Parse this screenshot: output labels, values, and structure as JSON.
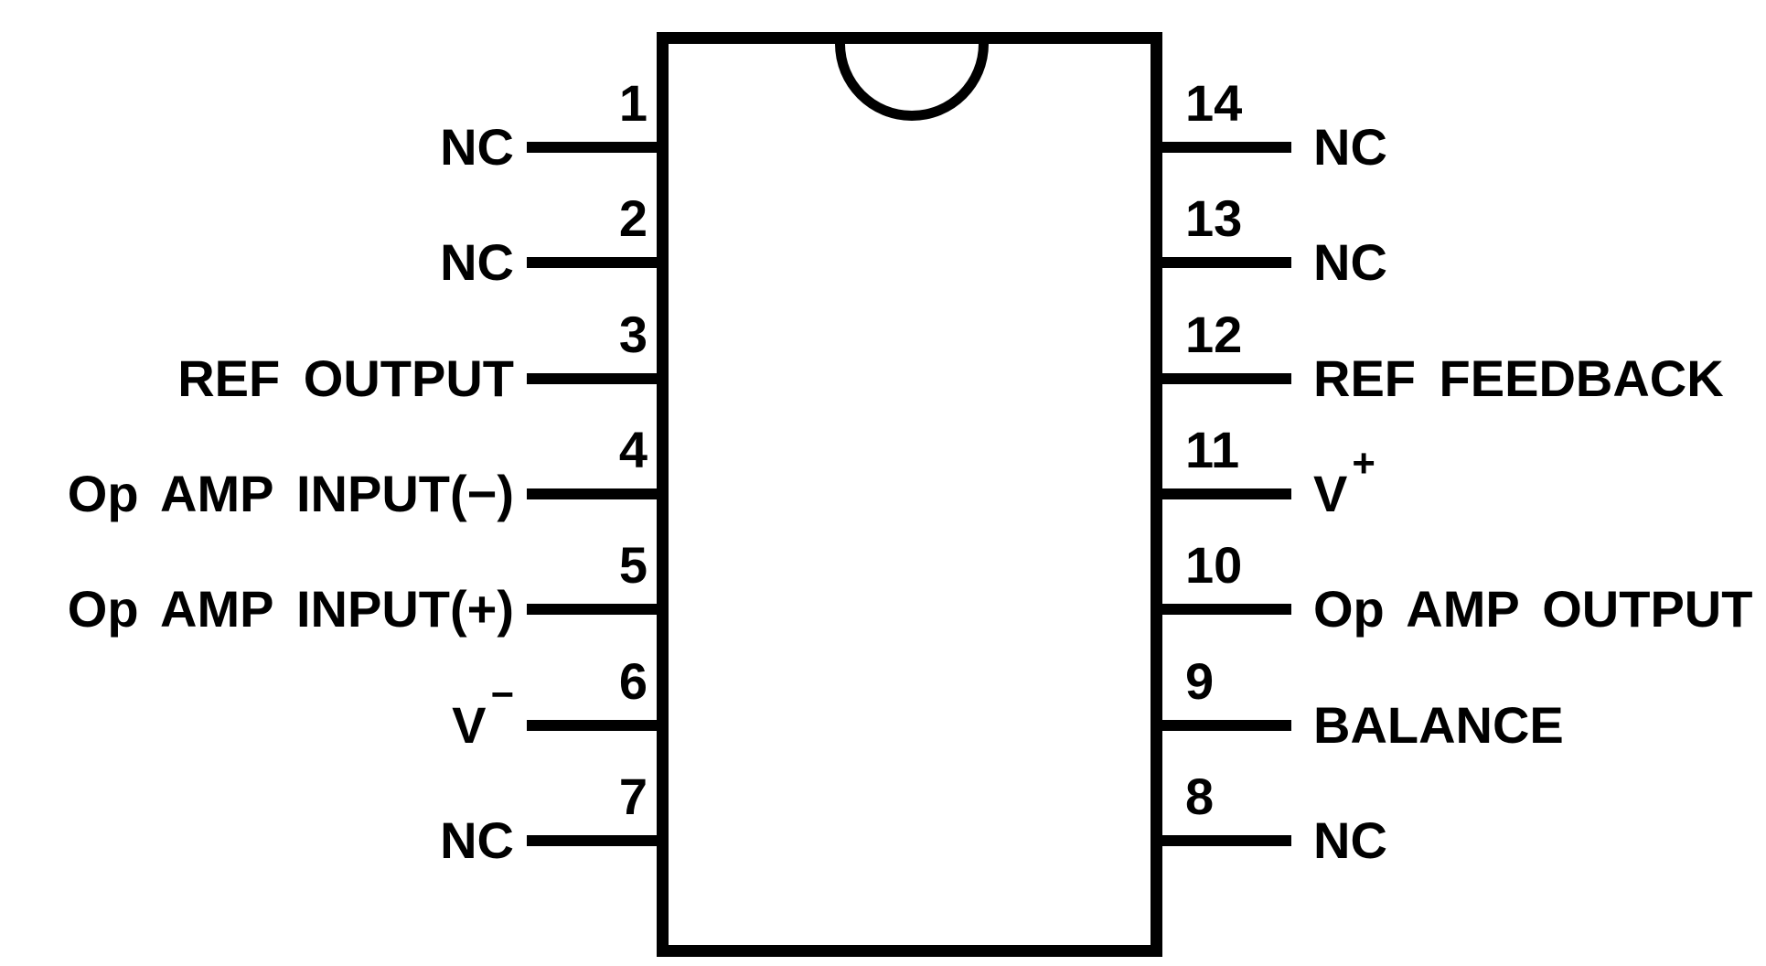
{
  "diagram": {
    "kind": "ic-pinout",
    "package": "14-pin dual-in-line, top view"
  },
  "pins": {
    "left": [
      {
        "number": "1",
        "label": "NC"
      },
      {
        "number": "2",
        "label": "NC"
      },
      {
        "number": "3",
        "label": "REF OUTPUT"
      },
      {
        "number": "4",
        "label": "Op AMP INPUT(−)"
      },
      {
        "number": "5",
        "label": "Op AMP INPUT(+)"
      },
      {
        "number": "6",
        "label": "V",
        "sup": "−"
      },
      {
        "number": "7",
        "label": "NC"
      }
    ],
    "right": [
      {
        "number": "14",
        "label": "NC"
      },
      {
        "number": "13",
        "label": "NC"
      },
      {
        "number": "12",
        "label": "REF FEEDBACK"
      },
      {
        "number": "11",
        "label": "V",
        "sup": "+"
      },
      {
        "number": "10",
        "label": "Op AMP OUTPUT"
      },
      {
        "number": "9",
        "label": "BALANCE"
      },
      {
        "number": "8",
        "label": "NC"
      }
    ]
  }
}
